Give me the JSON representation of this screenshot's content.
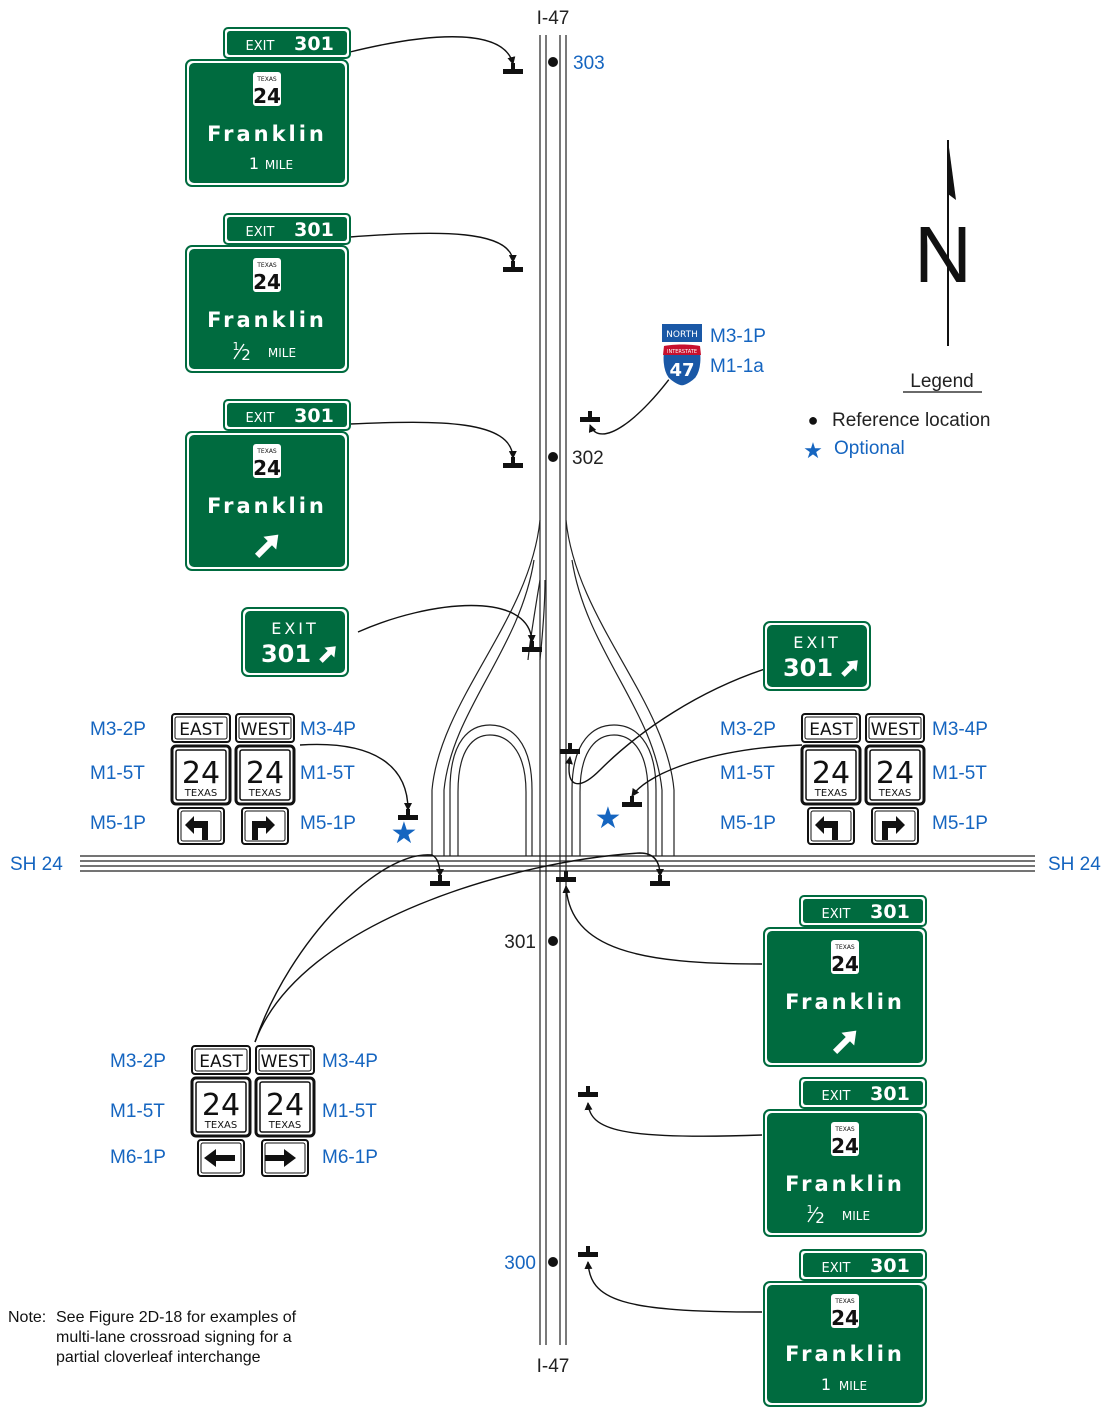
{
  "route": {
    "interstate": "I-47",
    "crossroad": "SH 24"
  },
  "reference_locations": [
    "303",
    "302",
    "301",
    "300"
  ],
  "legend": {
    "title": "Legend",
    "items": [
      {
        "symbol": "●",
        "label": "Reference location"
      },
      {
        "symbol": "★",
        "label": "Optional"
      }
    ]
  },
  "north_arrow": {
    "letter": "N"
  },
  "guide_signs": {
    "exit_tab": "EXIT",
    "exit_number": "301",
    "route_state": "TEXAS",
    "route_number": "24",
    "destination": "Franklin",
    "one_mile": "1",
    "mile": "MILE",
    "half_num": "1",
    "half_den": "2",
    "gore_exit": "EXIT",
    "gore_number": "301"
  },
  "assembly": {
    "east": "EAST",
    "west": "WEST",
    "shield_number": "24",
    "shield_state": "TEXAS",
    "codes": {
      "m3_2p": "M3-2P",
      "m3_4p": "M3-4P",
      "m1_5t": "M1-5T",
      "m5_1p": "M5-1P",
      "m6_1p": "M6-1P"
    }
  },
  "interstate_marker": {
    "cardinal": "NORTH",
    "band": "INTERSTATE",
    "number": "47",
    "codes": [
      "M3-1P",
      "M1-1a"
    ]
  },
  "colors": {
    "guide_green": "#006b3f",
    "label_blue": "#1565c0",
    "interstate_blue": "#1a58a6",
    "interstate_red": "#c8102e"
  },
  "note": {
    "label": "Note:",
    "lines": [
      "See Figure 2D-18 for examples of",
      "multi-lane crossroad signing for a",
      "partial cloverleaf interchange"
    ]
  }
}
